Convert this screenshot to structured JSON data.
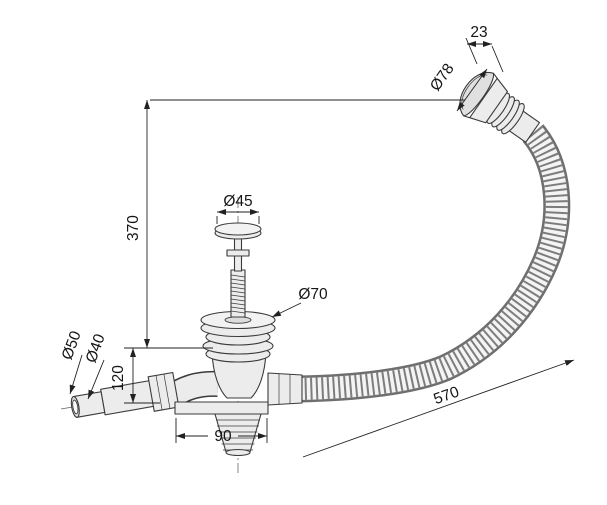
{
  "labels": {
    "dim_23": "23",
    "dia_78": "Ø78",
    "dia_45": "Ø45",
    "dia_70": "Ø70",
    "dim_370": "370",
    "dia_50": "Ø50",
    "dia_40": "Ø40",
    "dim_120": "120",
    "dim_90": "90",
    "dim_570": "570"
  },
  "colors": {
    "line": "#3b3b3b",
    "dimension": "#222222",
    "part_fill": "#ececec",
    "background": "#ffffff"
  }
}
